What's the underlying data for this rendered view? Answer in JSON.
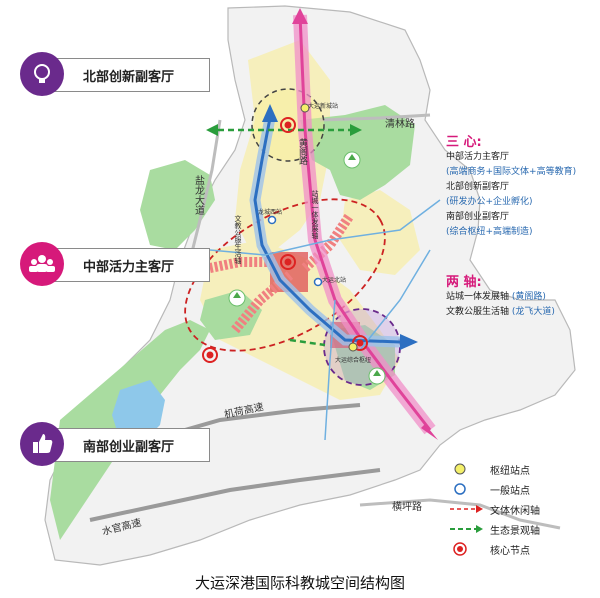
{
  "callouts": {
    "north": "北部创新副客厅",
    "central": "中部活力主客厅",
    "south": "南部创业副客厅"
  },
  "roads": {
    "qinglin": "清林路",
    "yanlong": "盐龙大道",
    "jihe": "机荷高速",
    "hengping": "横坪路",
    "shuiguan": "水官高速",
    "huangge": "黄阁路"
  },
  "axes_labels": {
    "wenjiao": "文教公服生活轴",
    "zhancheng": "站城一体发展轴"
  },
  "stations": {
    "dayun_new_city": "大运新城站",
    "longcheng_west": "龙城西站",
    "dayun_north": "大运北站",
    "dayun_hub": "大运综合枢纽"
  },
  "legend": {
    "three_centers": {
      "title": "三   心:",
      "items": [
        {
          "name": "中部活力主客厅",
          "detail": "(高端商务+国际文体+高等教育)"
        },
        {
          "name": "北部创新副客厅",
          "detail": "(研发办公+企业孵化)"
        },
        {
          "name": "南部创业副客厅",
          "detail": "(综合枢纽+高端制造)"
        }
      ]
    },
    "two_axes": {
      "title": "两   轴:",
      "items": [
        {
          "name": "站城一体发展轴",
          "detail": "(黄阁路)"
        },
        {
          "name": "文教公服生活轴",
          "detail": "(龙飞大道)"
        }
      ]
    },
    "symbols": [
      {
        "label": "枢纽站点",
        "icon": "hub-station-icon"
      },
      {
        "label": "一般站点",
        "icon": "station-icon"
      },
      {
        "label": "文体休闲轴",
        "icon": "culture-axis-line-icon"
      },
      {
        "label": "生态景观轴",
        "icon": "eco-axis-line-icon"
      },
      {
        "label": "核心节点",
        "icon": "core-node-icon"
      }
    ]
  },
  "caption": "大运深港国际科教城空间结构图",
  "colors": {
    "magenta_axis": "#e0439a",
    "blue_axis": "#2c6fc1",
    "green_area": "#8fd18a",
    "yellow_area": "#f6efbc",
    "red_area": "#e05a5a",
    "icon_purple": "#6a2a8c"
  }
}
